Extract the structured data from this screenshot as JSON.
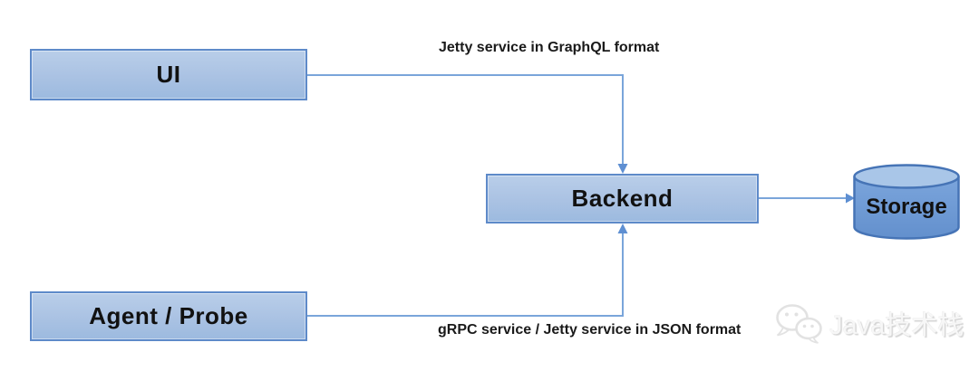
{
  "diagram": {
    "nodes": {
      "ui": {
        "label": "UI",
        "shape": "rectangle"
      },
      "agent_probe": {
        "label": "Agent / Probe",
        "shape": "rectangle"
      },
      "backend": {
        "label": "Backend",
        "shape": "rectangle"
      },
      "storage": {
        "label": "Storage",
        "shape": "cylinder"
      }
    },
    "edges": {
      "ui_to_backend": {
        "from": "UI",
        "to": "Backend",
        "label": "Jetty service in GraphQL format"
      },
      "agent_to_backend": {
        "from": "Agent / Probe",
        "to": "Backend",
        "label": "gRPC service / Jetty service in JSON format"
      },
      "backend_to_storage": {
        "from": "Backend",
        "to": "Storage",
        "label": ""
      }
    },
    "colors": {
      "node_fill_top": "#b9cee9",
      "node_fill_bottom": "#9cbadf",
      "node_border": "#5e8ac9",
      "connector": "#7aa5da",
      "arrowhead": "#5e8fd2",
      "cylinder_body": "#6f9bd7",
      "cylinder_top": "#a9c6e8",
      "cylinder_border": "#4674b6",
      "label_text": "#1a1a1a"
    }
  },
  "watermark": {
    "text": "Java技术栈",
    "icon": "wechat-icon"
  }
}
